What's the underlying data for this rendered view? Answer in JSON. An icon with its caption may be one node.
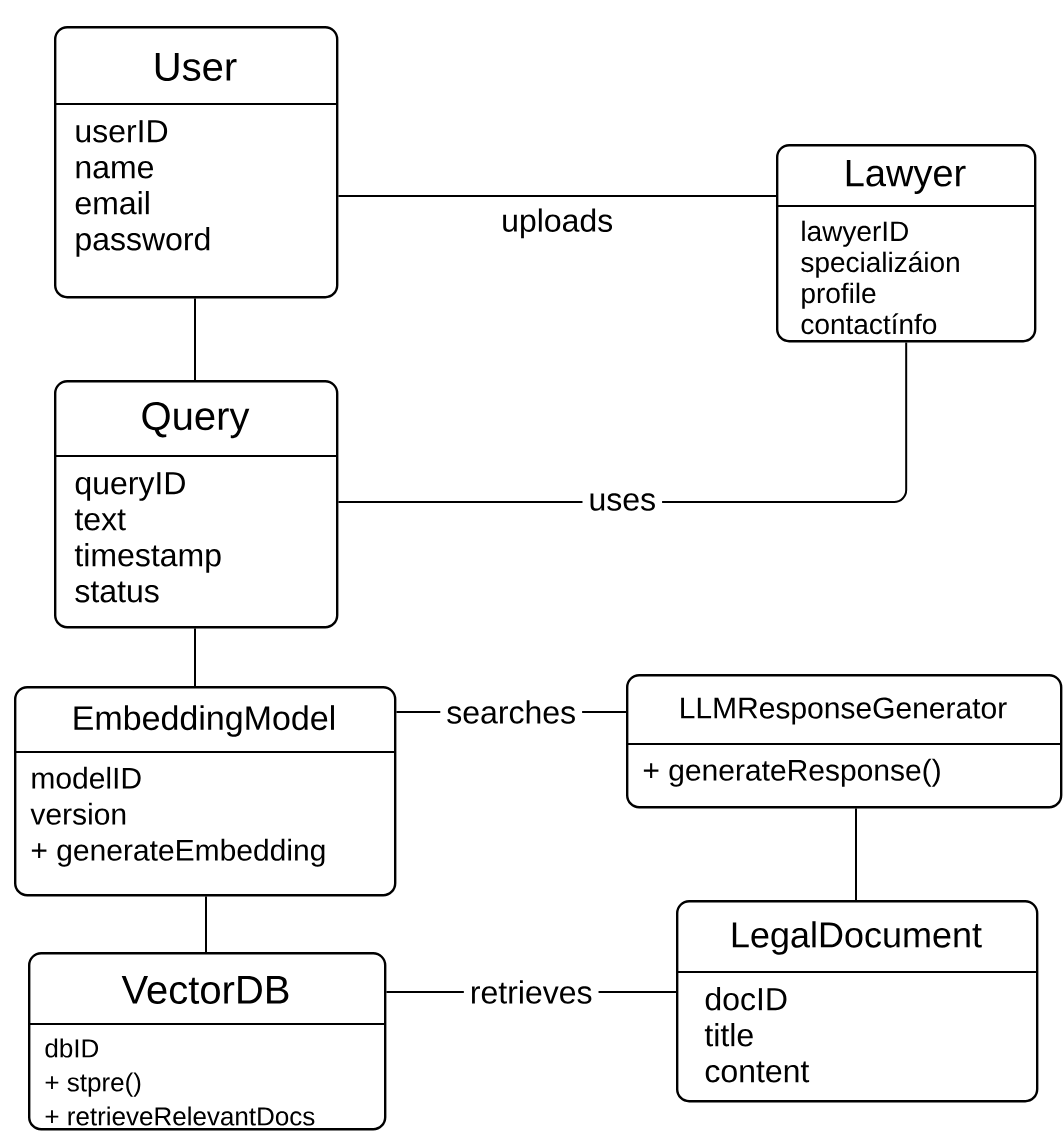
{
  "diagram": {
    "nodes": [
      {
        "text": [
          "User",
          "userID",
          "name",
          "email",
          "password"
        ]
      },
      {
        "text": [
          "Lawyer",
          "lawyerID",
          "specializáion",
          "profile",
          "contactínfo"
        ]
      },
      {
        "text": [
          "Query",
          "queryID",
          "text",
          "timestamp",
          "status"
        ]
      },
      {
        "text": [
          "EmbeddingModel",
          "modelID",
          "version",
          "+ generateEmbedding"
        ]
      },
      {
        "text": [
          "LLMResponseGenerator",
          "+ generateResponse()"
        ]
      },
      {
        "text": [
          "LegalDocument",
          "docID",
          "title",
          "content"
        ]
      },
      {
        "text": [
          "VectorDB",
          "dbID",
          "+ stpre()",
          "+ retrieveRelevantDocs"
        ]
      }
    ],
    "edges": [
      {
        "from": 0,
        "to": 1,
        "arrow": "none",
        "label": "uploads"
      },
      {
        "from": 2,
        "to": 1,
        "arrow": "none",
        "label": "uses"
      },
      {
        "from": 0,
        "to": 2,
        "arrow": "none"
      },
      {
        "from": 2,
        "to": 3,
        "arrow": "none"
      },
      {
        "from": 3,
        "to": 4,
        "arrow": "none",
        "label": "searches"
      },
      {
        "from": 4,
        "to": 5,
        "arrow": "none"
      },
      {
        "from": 3,
        "to": 6,
        "arrow": "none"
      },
      {
        "from": 6,
        "to": 5,
        "arrow": "none",
        "label": "retrieves"
      }
    ]
  }
}
